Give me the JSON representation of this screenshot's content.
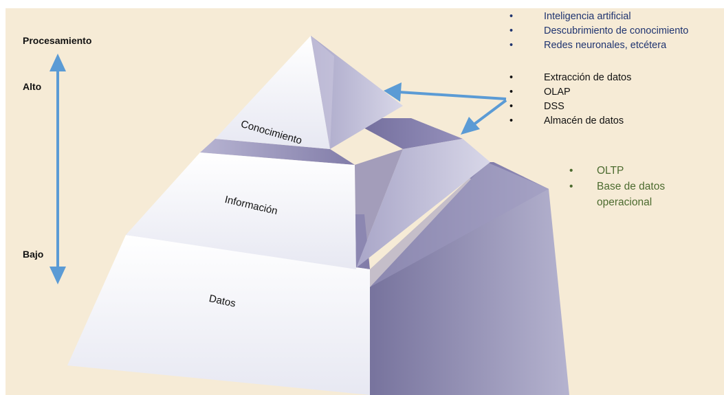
{
  "axis": {
    "title": "Procesamiento",
    "high": "Alto",
    "low": "Bajo"
  },
  "levels": {
    "top": "Conocimiento",
    "middle": "Información",
    "bottom": "Datos"
  },
  "technologies": {
    "knowledge": [
      "Inteligencia artificial",
      "Descubrimiento de conocimiento",
      "Redes neuronales, etcétera"
    ],
    "information": [
      "Extracción de datos",
      "OLAP",
      "DSS",
      "Almacén de datos"
    ],
    "data": [
      "OLTP",
      "Base de datos",
      "operacional"
    ]
  },
  "colors": {
    "background": "#f6ebd6",
    "arrow": "#5b9bd5",
    "knowledge_text": "#1f3470",
    "data_text": "#4c6b2f"
  }
}
